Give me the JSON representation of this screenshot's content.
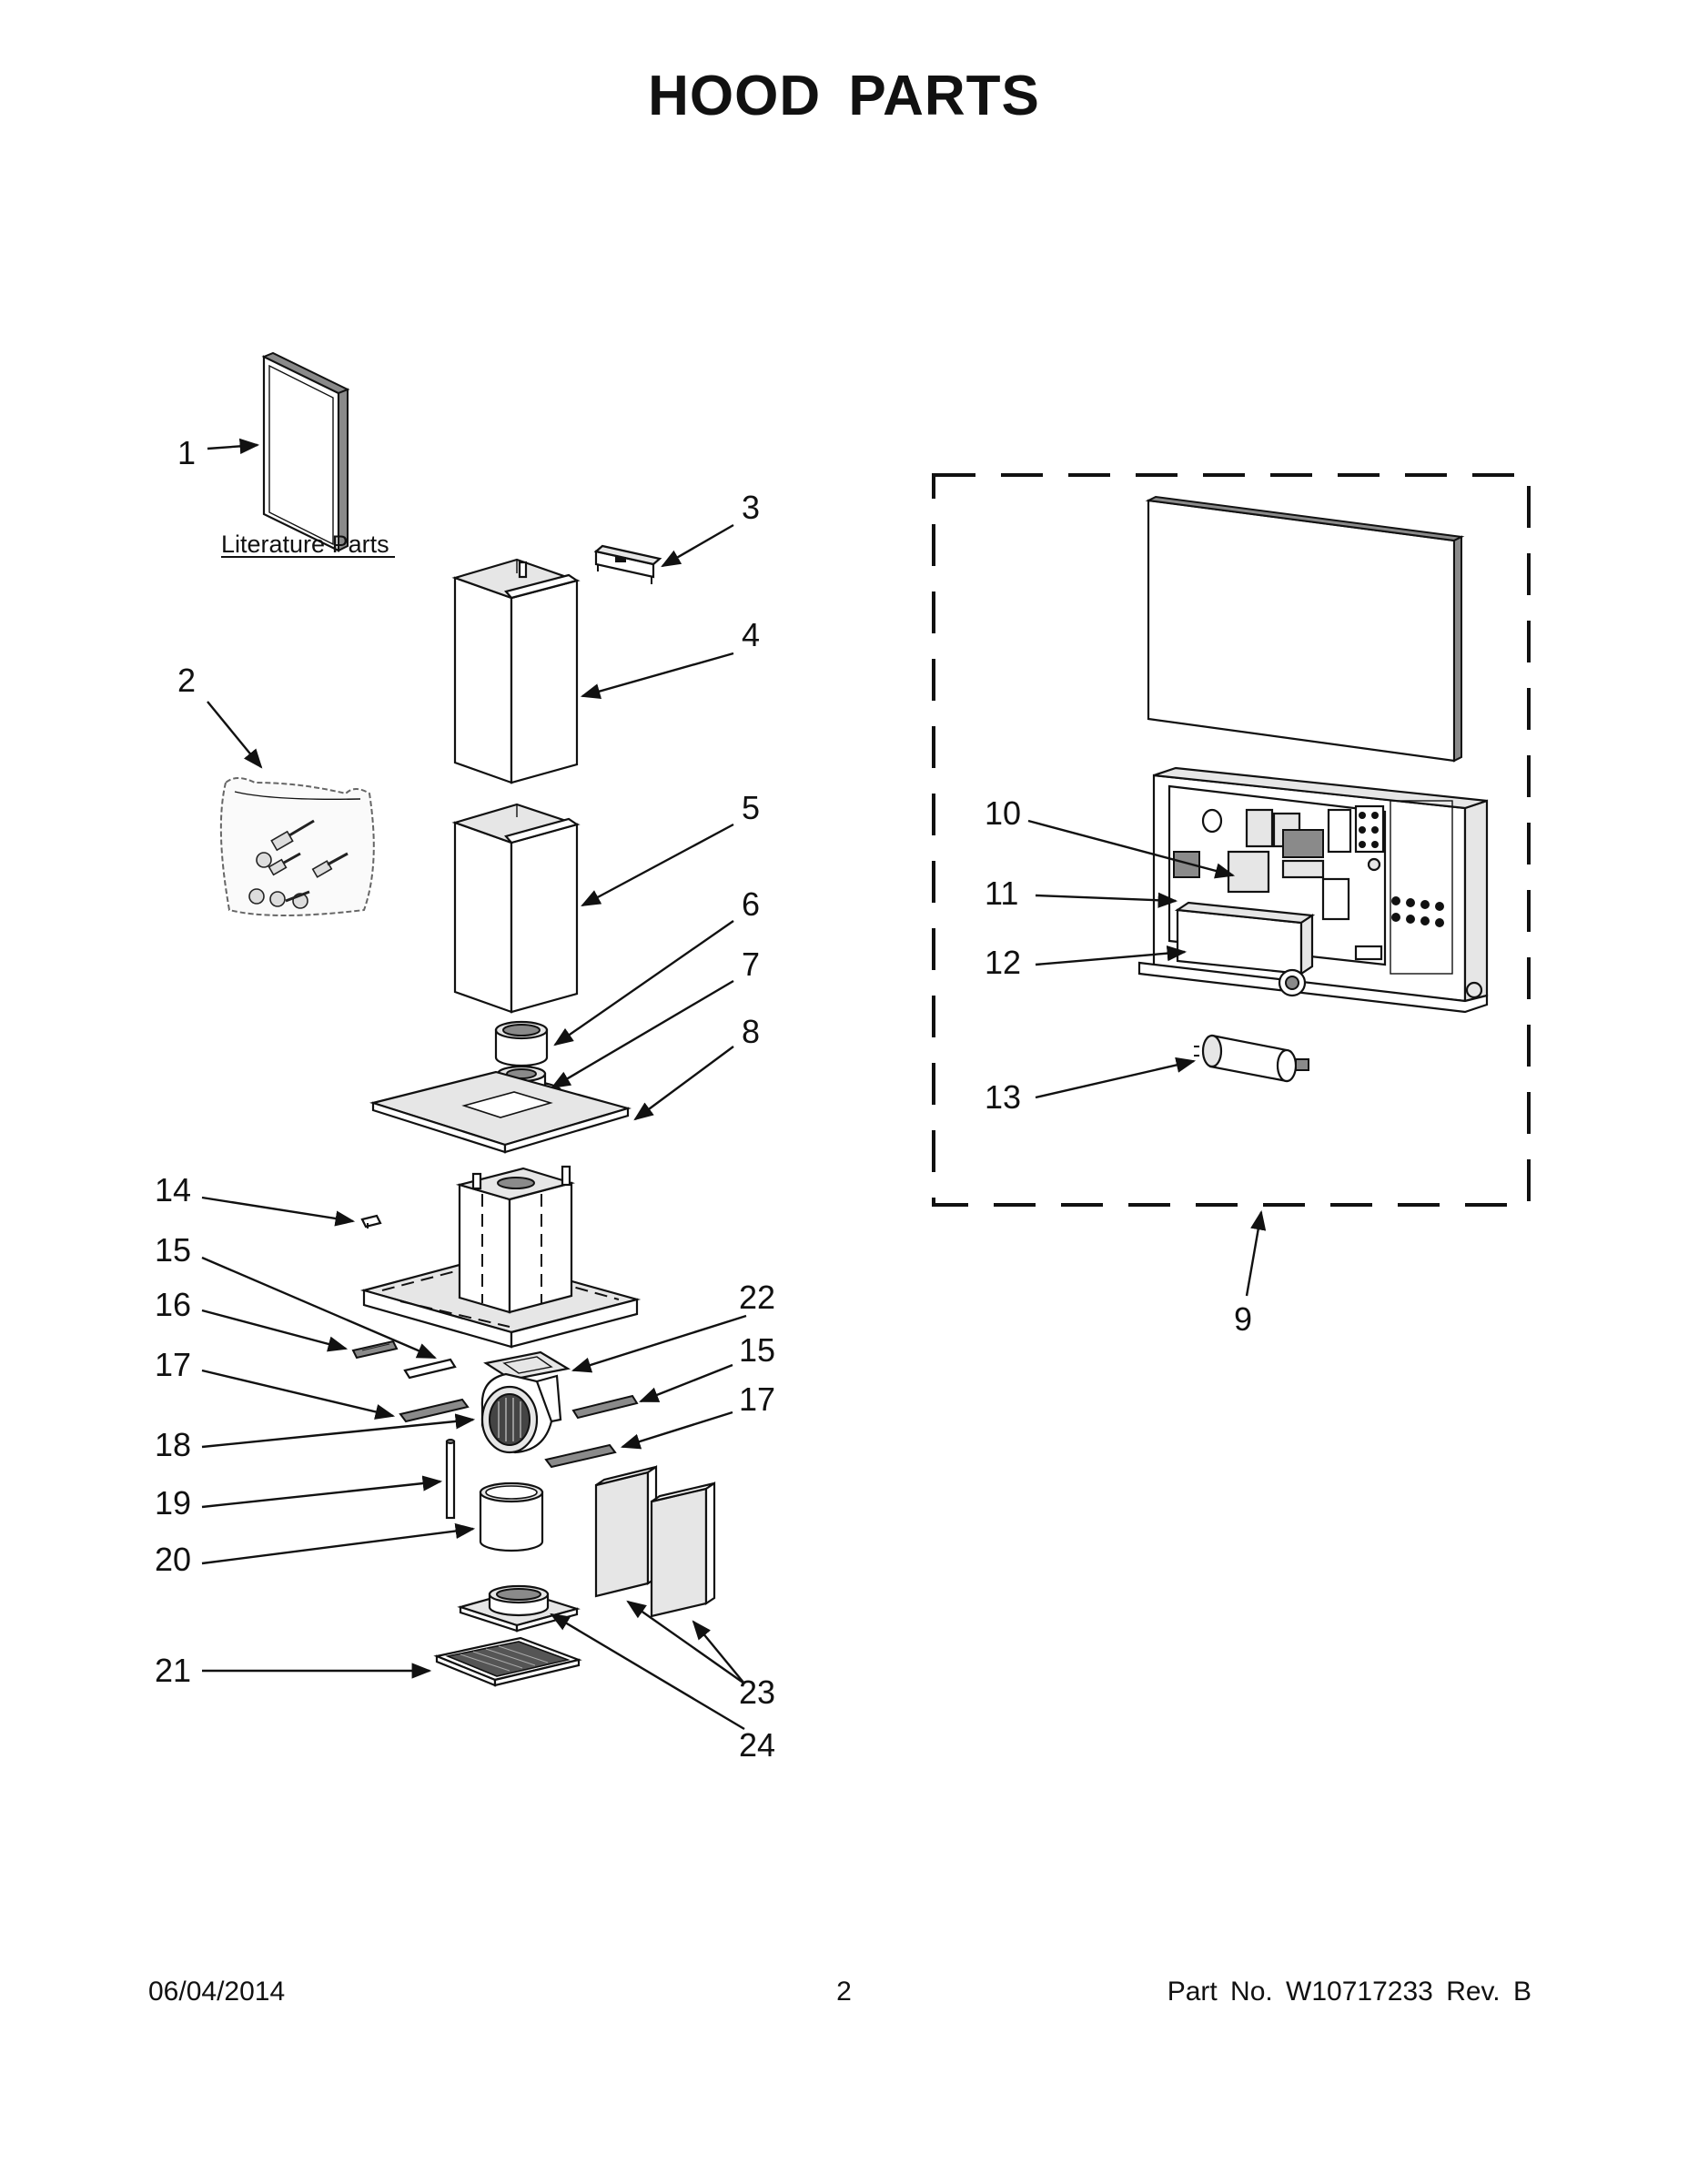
{
  "title": "HOOD PARTS",
  "literature_label": "Literature Parts",
  "callouts": {
    "c1": "1",
    "c2": "2",
    "c3": "3",
    "c4": "4",
    "c5": "5",
    "c6": "6",
    "c7": "7",
    "c8": "8",
    "c9": "9",
    "c10": "10",
    "c11": "11",
    "c12": "12",
    "c13": "13",
    "c14": "14",
    "c15a": "15",
    "c15b": "15",
    "c16": "16",
    "c17a": "17",
    "c17b": "17",
    "c18": "18",
    "c19": "19",
    "c20": "20",
    "c21": "21",
    "c22": "22",
    "c23": "23",
    "c24": "24"
  },
  "footer": {
    "date": "06/04/2014",
    "page": "2",
    "part_no": "Part No.  W10717233  Rev.  B"
  }
}
